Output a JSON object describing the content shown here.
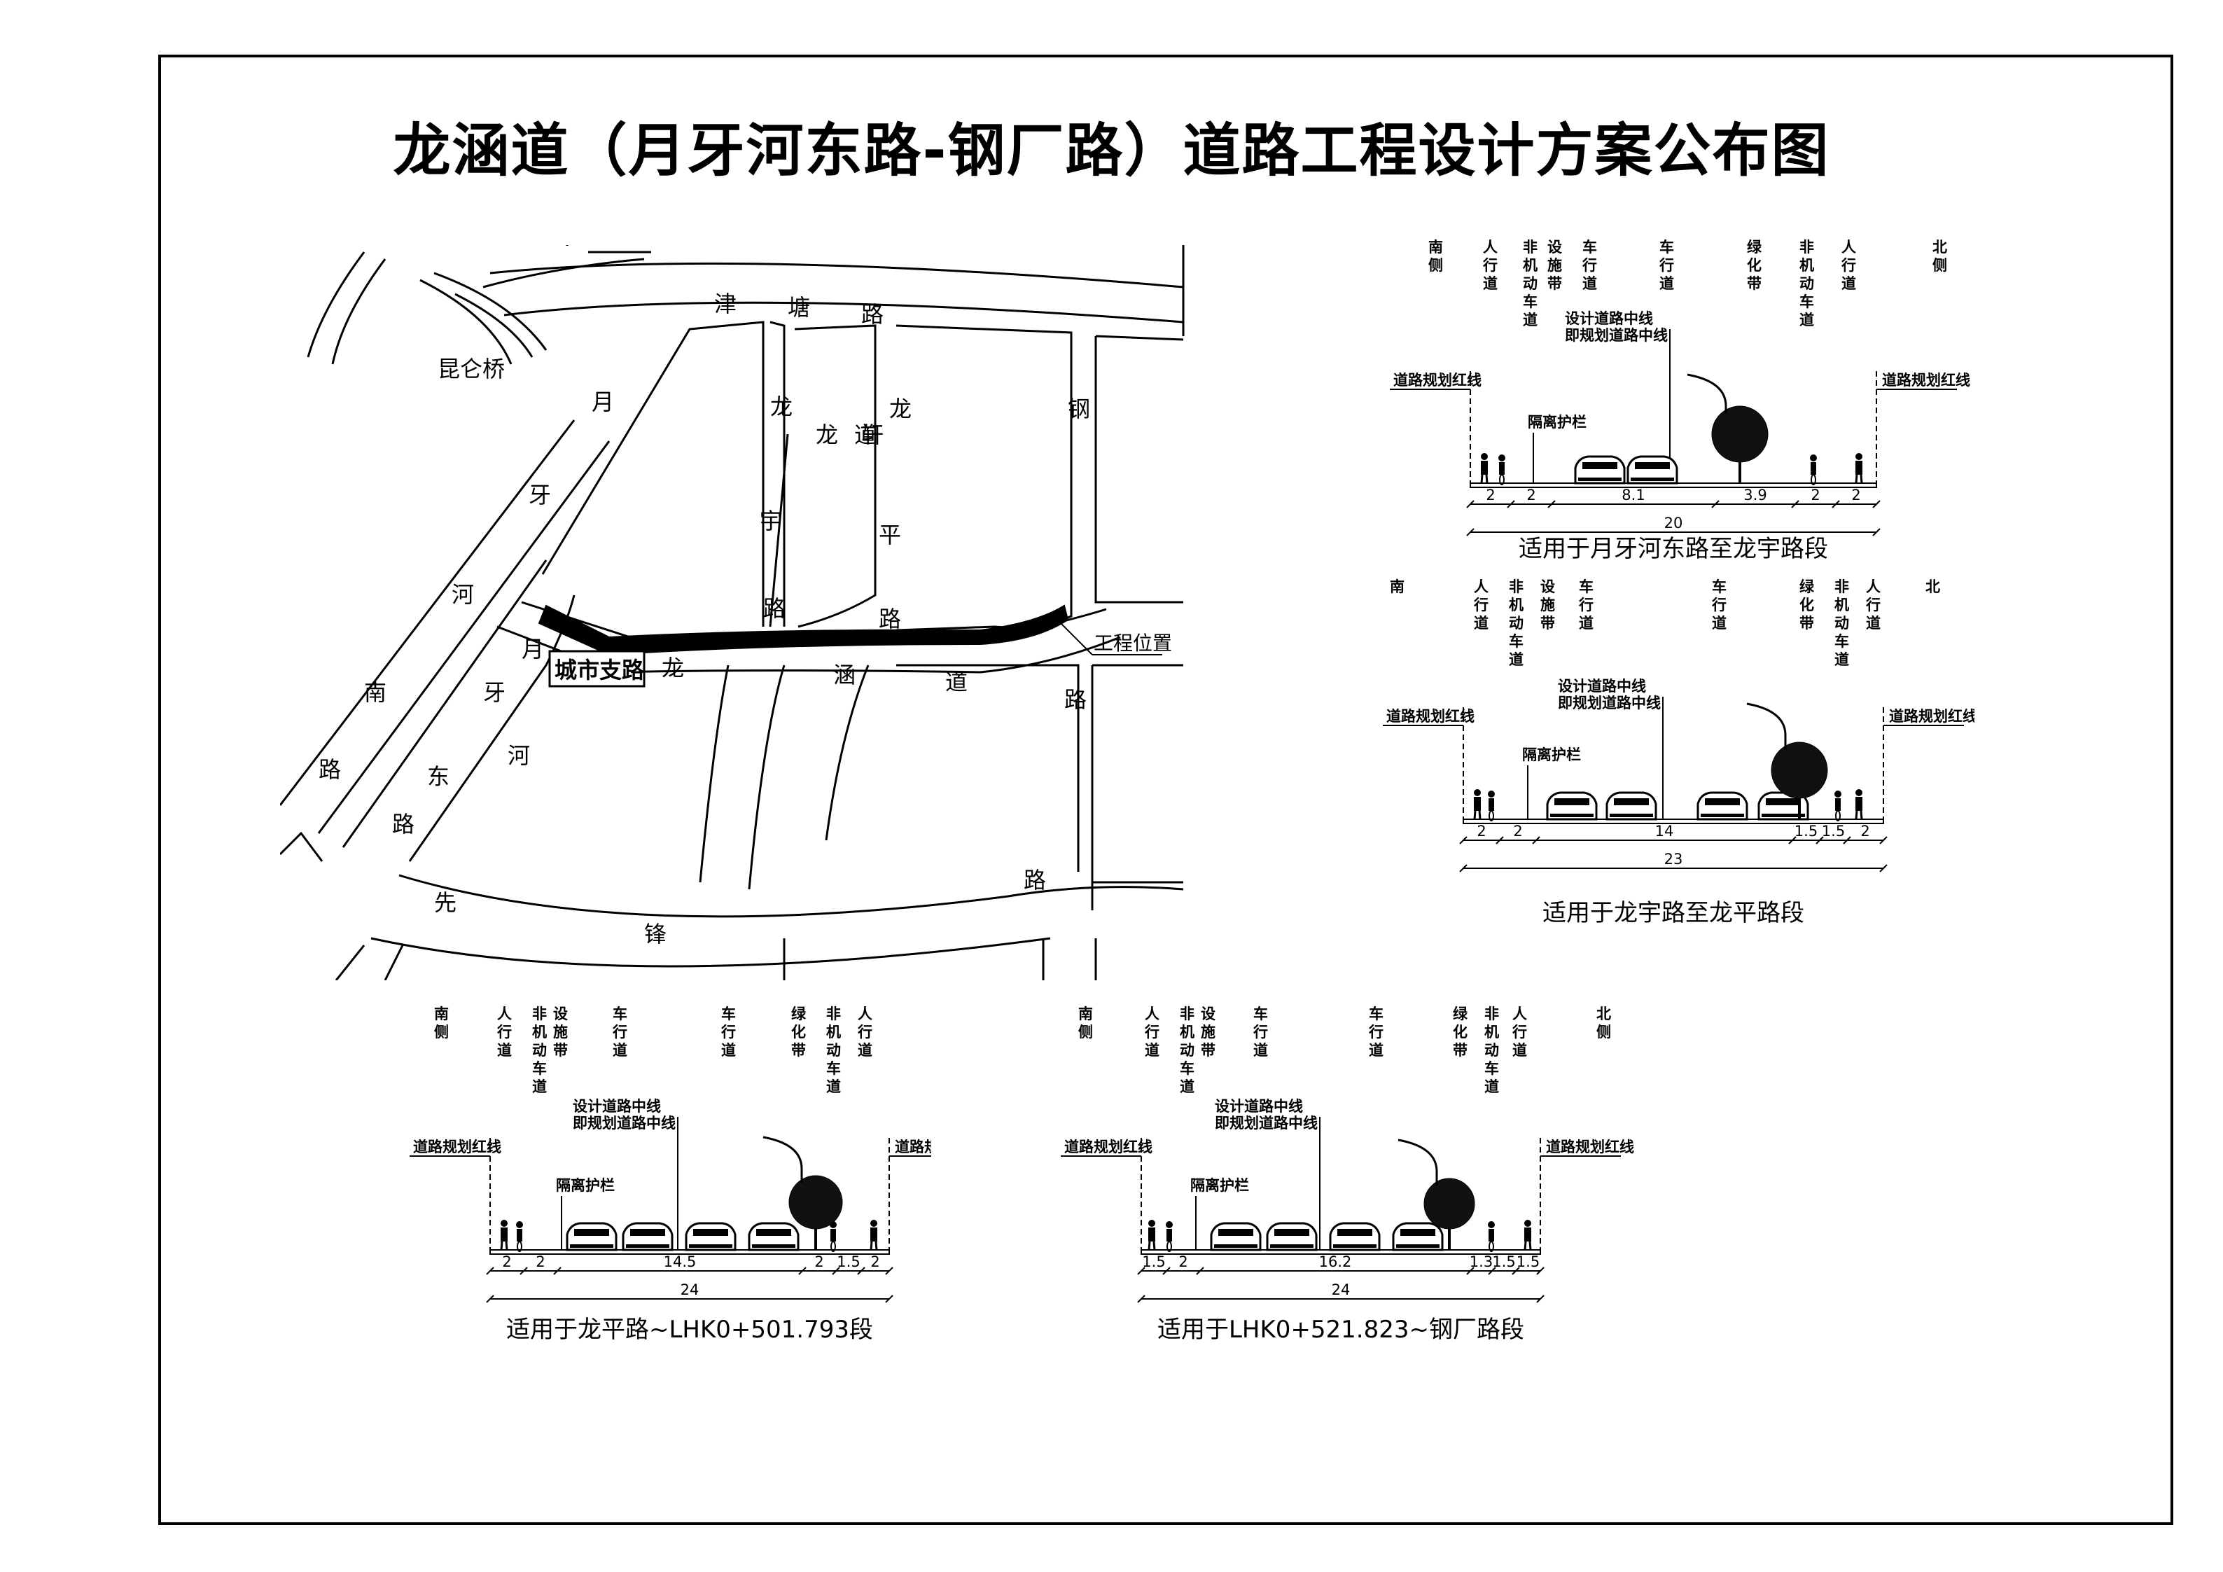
{
  "title": "龙涵道（月牙河东路-钢厂路）道路工程设计方案公布图",
  "map": {
    "streets": {
      "jintang": "津塘路",
      "kunlun_bridge": "昆仑桥",
      "yueyahe_nan": "月牙河南路",
      "yueyahe_dong": "月牙河东路",
      "longxuan": "龙轩道",
      "longyu": "龙宇路",
      "longping": "龙平路",
      "ganggchang": "钢厂路",
      "longhan": "龙涵道",
      "xianfeng": "先锋路"
    },
    "badge": "城市支路",
    "project_label": "工程位置"
  },
  "labels": {
    "south_side": "南侧",
    "north_side": "北侧",
    "south": "南",
    "north": "北",
    "sidewalk": "人行道",
    "nonmotor": "非机动车道",
    "facility": "设施带",
    "carriageway": "车行道",
    "greenbelt": "绿化带",
    "red_line": "道路规划红线",
    "centerline_1": "设计道路中线",
    "centerline_2": "即规划道路中线",
    "guardrail": "隔离护栏"
  },
  "sections": [
    {
      "caption": "适用于月牙河东路至龙宇路段",
      "dims": [
        "2",
        "2",
        "8.1",
        "3.9",
        "2",
        "2"
      ],
      "total": "20"
    },
    {
      "caption": "适用于龙宇路至龙平路段",
      "dims": [
        "2",
        "2",
        "14",
        "1.5",
        "1.5",
        "2"
      ],
      "total": "23"
    },
    {
      "caption": "适用于龙平路~LHK0+501.793段",
      "dims": [
        "2",
        "2",
        "14.5",
        "2",
        "1.5",
        "2"
      ],
      "total": "24"
    },
    {
      "caption": "适用于LHK0+521.823~钢厂路段",
      "dims": [
        "1.5",
        "2",
        "16.2",
        "1.3",
        "1.5",
        "1.5"
      ],
      "total": "24"
    }
  ]
}
